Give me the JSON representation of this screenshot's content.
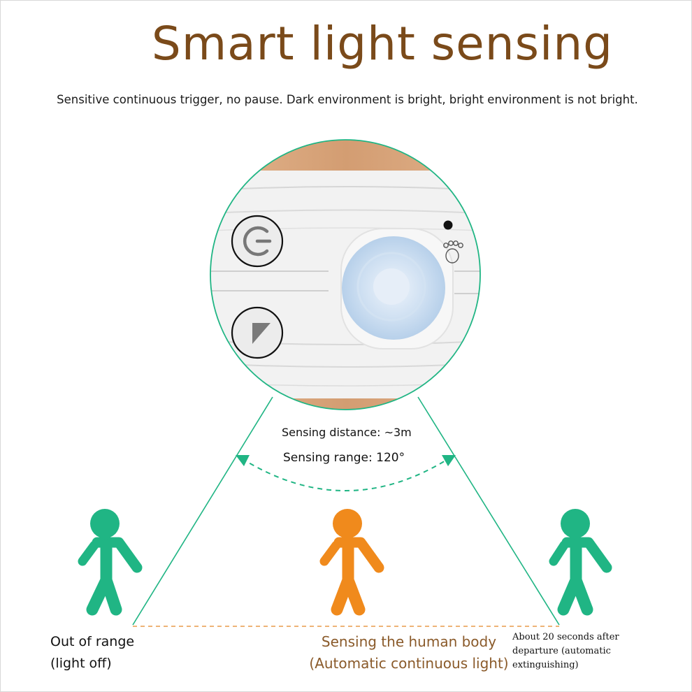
{
  "title": "Smart light sensing",
  "subtitle": "Sensitive continuous trigger, no pause. Dark environment is bright, bright environment is not bright.",
  "sensor": {
    "distance_label": "Sensing distance: ~3m",
    "range_label": "Sensing range: 120°"
  },
  "captions": {
    "left": [
      "Out of range",
      "(light off)"
    ],
    "center": [
      "Sensing the human body",
      "(Automatic continuous light)"
    ],
    "right": [
      "About 20 seconds after",
      "departure (automatic",
      "extinguishing)"
    ]
  },
  "colors": {
    "title": "#7a4a1a",
    "accent_green": "#20b584",
    "accent_orange": "#f08a1c",
    "wood": "#d9a77e"
  },
  "icons": [
    "power-button-icon",
    "triangle-button-icon",
    "pir-lens-icon",
    "paw-icon",
    "indicator-dot-icon",
    "walking-person-icon"
  ]
}
